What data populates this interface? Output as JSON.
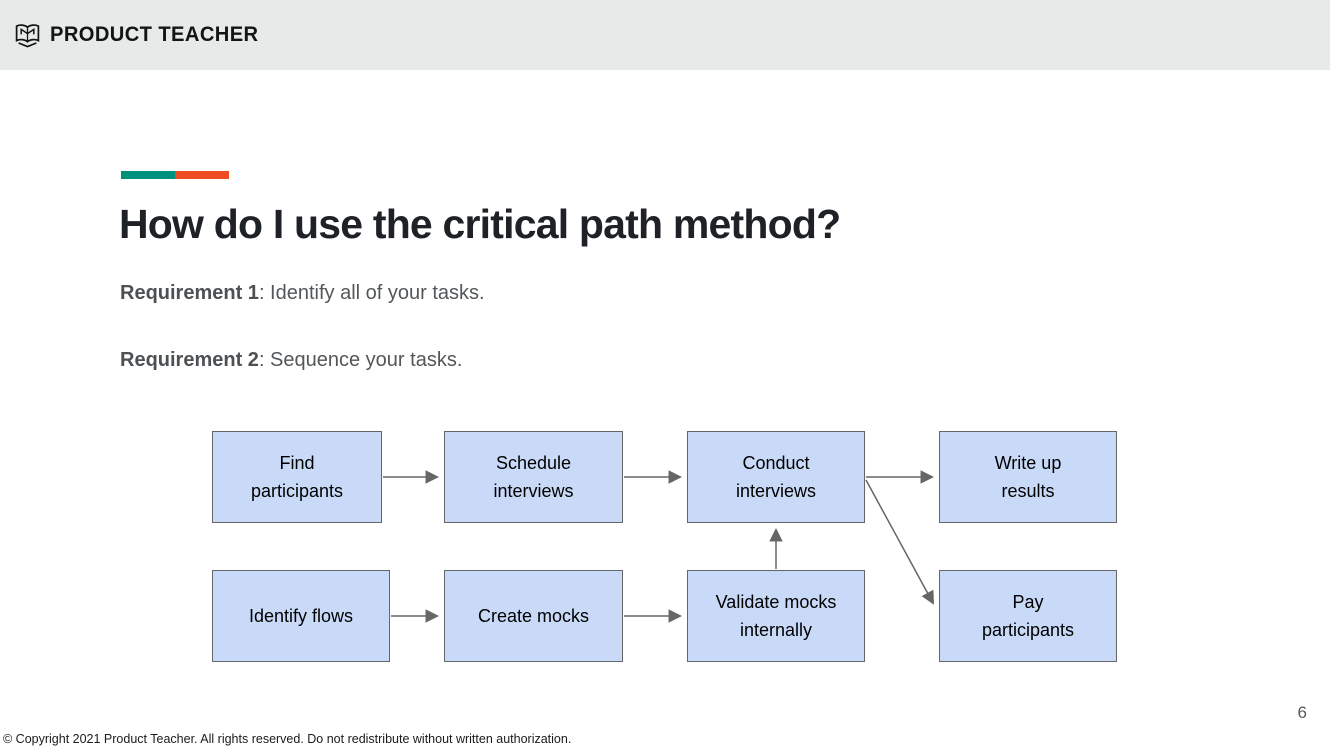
{
  "header": {
    "brand": "PRODUCT TEACHER",
    "logo_icon": "open-book-icon"
  },
  "accent_bar": {
    "teal_color": "#00917e",
    "orange_color": "#f04c24"
  },
  "slide": {
    "title": "How do I use the critical path method?",
    "requirements": [
      {
        "label": "Requirement 1",
        "rest": ": Identify all of your tasks."
      },
      {
        "label": "Requirement 2",
        "rest": ": Sequence your tasks."
      }
    ],
    "footer": "© Copyright 2021 Product Teacher. All rights reserved. Do not redistribute without written authorization.",
    "page_number": "6"
  },
  "diagram": {
    "type": "flowchart",
    "node_fill": "#c9daf8",
    "node_border": "#666666",
    "arrow_color": "#666666",
    "nodes": [
      {
        "id": "find-participants",
        "label": "Find\nparticipants"
      },
      {
        "id": "schedule-interviews",
        "label": "Schedule\ninterviews"
      },
      {
        "id": "conduct-interviews",
        "label": "Conduct\ninterviews"
      },
      {
        "id": "write-up-results",
        "label": "Write up\nresults"
      },
      {
        "id": "identify-flows",
        "label": "Identify flows"
      },
      {
        "id": "create-mocks",
        "label": "Create mocks"
      },
      {
        "id": "validate-mocks-internally",
        "label": "Validate mocks\ninternally"
      },
      {
        "id": "pay-participants",
        "label": "Pay\nparticipants"
      }
    ],
    "edges": [
      {
        "from": "find-participants",
        "to": "schedule-interviews"
      },
      {
        "from": "schedule-interviews",
        "to": "conduct-interviews"
      },
      {
        "from": "conduct-interviews",
        "to": "write-up-results"
      },
      {
        "from": "identify-flows",
        "to": "create-mocks"
      },
      {
        "from": "create-mocks",
        "to": "validate-mocks-internally"
      },
      {
        "from": "validate-mocks-internally",
        "to": "conduct-interviews"
      },
      {
        "from": "conduct-interviews",
        "to": "pay-participants"
      }
    ]
  }
}
